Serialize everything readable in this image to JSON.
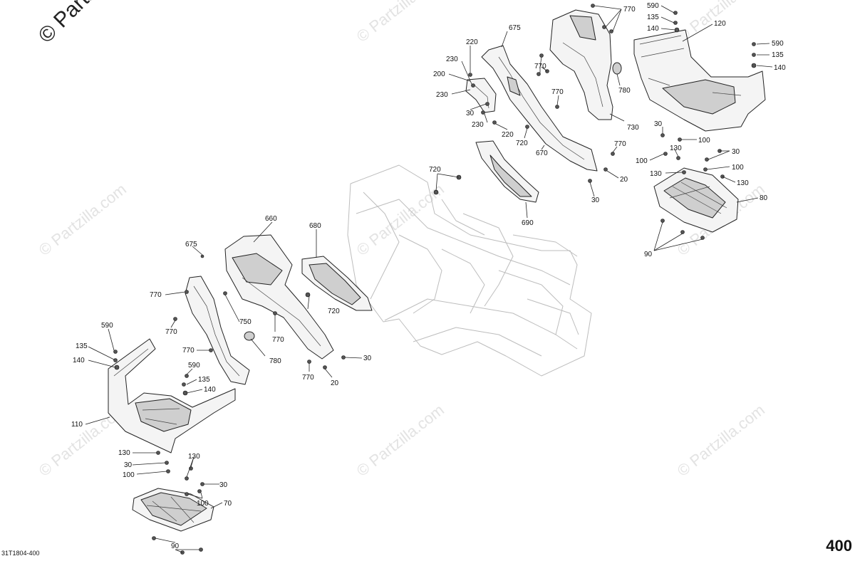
{
  "watermark": {
    "corner_text": "© Partzilla",
    "repeat_text": "© Partzilla.com"
  },
  "document_id": "31T1804-400",
  "page_number": "400",
  "callouts": [
    {
      "id": "c770a",
      "text": "770"
    },
    {
      "id": "c590a",
      "text": "590"
    },
    {
      "id": "c135a",
      "text": "135"
    },
    {
      "id": "c140a",
      "text": "140"
    },
    {
      "id": "c120",
      "text": "120"
    },
    {
      "id": "c590b",
      "text": "590"
    },
    {
      "id": "c135b",
      "text": "135"
    },
    {
      "id": "c140b",
      "text": "140"
    },
    {
      "id": "c675a",
      "text": "675"
    },
    {
      "id": "c220a",
      "text": "220"
    },
    {
      "id": "c230a",
      "text": "230"
    },
    {
      "id": "c200",
      "text": "200"
    },
    {
      "id": "c230b",
      "text": "230"
    },
    {
      "id": "c30a",
      "text": "30"
    },
    {
      "id": "c230c",
      "text": "230"
    },
    {
      "id": "c220b",
      "text": "220"
    },
    {
      "id": "c770b",
      "text": "770"
    },
    {
      "id": "c770c",
      "text": "770"
    },
    {
      "id": "c780a",
      "text": "780"
    },
    {
      "id": "c720a",
      "text": "720"
    },
    {
      "id": "c670",
      "text": "670"
    },
    {
      "id": "c730",
      "text": "730"
    },
    {
      "id": "c770d",
      "text": "770"
    },
    {
      "id": "c20a",
      "text": "20"
    },
    {
      "id": "c30b",
      "text": "30"
    },
    {
      "id": "c720b",
      "text": "720"
    },
    {
      "id": "c690",
      "text": "690"
    },
    {
      "id": "c30c",
      "text": "30"
    },
    {
      "id": "c100a",
      "text": "100"
    },
    {
      "id": "c130a",
      "text": "130"
    },
    {
      "id": "c30d",
      "text": "30"
    },
    {
      "id": "c100b",
      "text": "100"
    },
    {
      "id": "c100c",
      "text": "100"
    },
    {
      "id": "c130b",
      "text": "130"
    },
    {
      "id": "c130c",
      "text": "130"
    },
    {
      "id": "c80",
      "text": "80"
    },
    {
      "id": "c90a",
      "text": "90"
    },
    {
      "id": "c660",
      "text": "660"
    },
    {
      "id": "c680",
      "text": "680"
    },
    {
      "id": "c675b",
      "text": "675"
    },
    {
      "id": "c770e",
      "text": "770"
    },
    {
      "id": "c770f",
      "text": "770"
    },
    {
      "id": "c750",
      "text": "750"
    },
    {
      "id": "c720c",
      "text": "720"
    },
    {
      "id": "c770g",
      "text": "770"
    },
    {
      "id": "c780b",
      "text": "780"
    },
    {
      "id": "c770h",
      "text": "770"
    },
    {
      "id": "c30e",
      "text": "30"
    },
    {
      "id": "c770i",
      "text": "770"
    },
    {
      "id": "c20b",
      "text": "20"
    },
    {
      "id": "c590c",
      "text": "590"
    },
    {
      "id": "c135c",
      "text": "135"
    },
    {
      "id": "c140c",
      "text": "140"
    },
    {
      "id": "c590d",
      "text": "590"
    },
    {
      "id": "c135d",
      "text": "135"
    },
    {
      "id": "c140d",
      "text": "140"
    },
    {
      "id": "c110",
      "text": "110"
    },
    {
      "id": "c130d",
      "text": "130"
    },
    {
      "id": "c130e",
      "text": "130"
    },
    {
      "id": "c30f",
      "text": "30"
    },
    {
      "id": "c100d",
      "text": "100"
    },
    {
      "id": "c30g",
      "text": "30"
    },
    {
      "id": "c100e",
      "text": "100"
    },
    {
      "id": "c70",
      "text": "70"
    },
    {
      "id": "c90b",
      "text": "90"
    }
  ]
}
